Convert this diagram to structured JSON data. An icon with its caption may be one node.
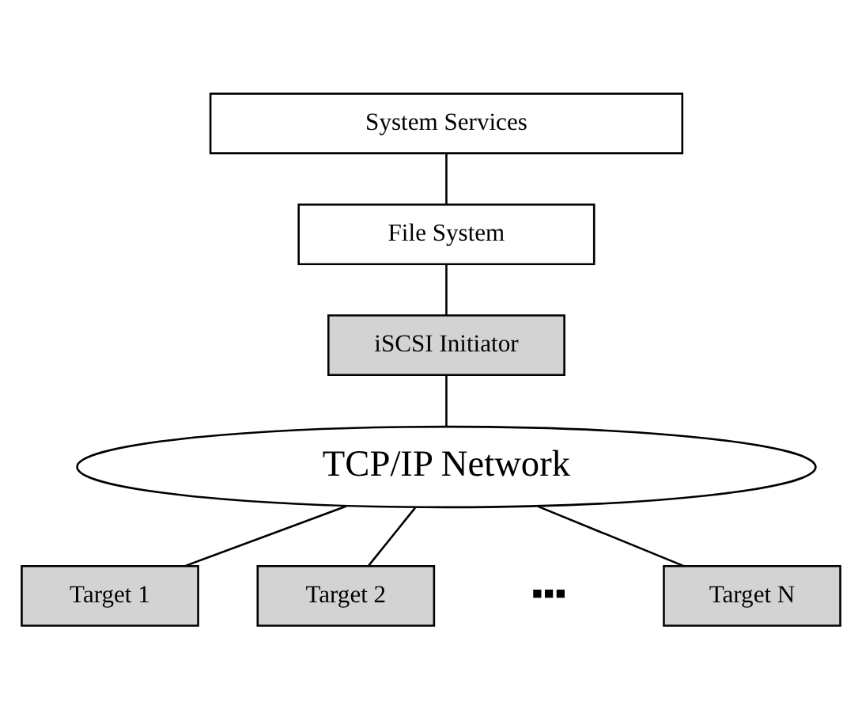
{
  "diagram": {
    "nodes": [
      {
        "text": [
          "System Services"
        ]
      },
      {
        "text": [
          "File System"
        ]
      },
      {
        "text": [
          "iSCSI Initiator"
        ]
      },
      {
        "text": [
          "TCP/IP Network"
        ]
      },
      {
        "text": [
          "Target 1"
        ]
      },
      {
        "text": [
          "Target 2"
        ]
      },
      {
        "text": [
          "Target N"
        ]
      }
    ],
    "edges": [
      {
        "from": 0,
        "to": 1,
        "arrow": "none"
      },
      {
        "from": 1,
        "to": 2,
        "arrow": "none"
      },
      {
        "from": 2,
        "to": 3,
        "arrow": "none"
      },
      {
        "from": 3,
        "to": 4,
        "arrow": "none"
      },
      {
        "from": 3,
        "to": 5,
        "arrow": "none"
      },
      {
        "from": 3,
        "to": 6,
        "arrow": "none"
      }
    ],
    "labels": [
      "▪▪▪"
    ]
  }
}
